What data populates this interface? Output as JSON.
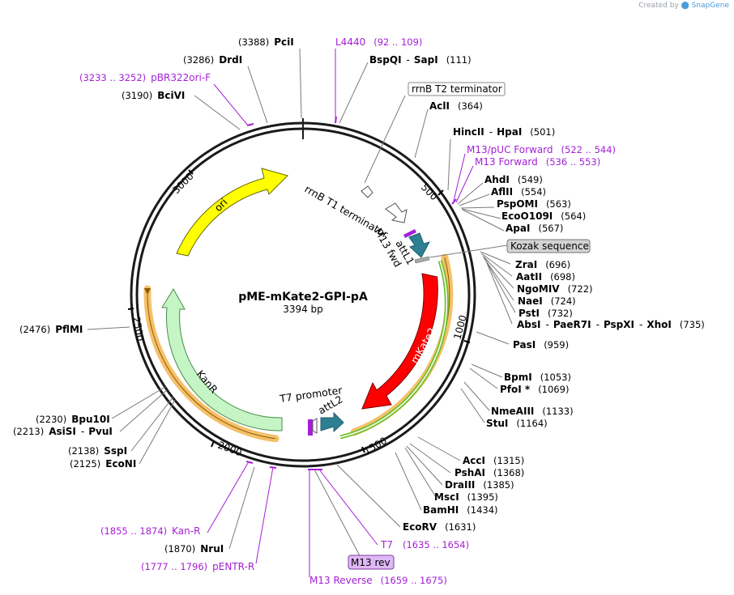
{
  "credit": {
    "prefix": "Created by",
    "brand": "SnapGene"
  },
  "plasmid": {
    "name": "pME-mKate2-GPI-pA",
    "size_label": "3394 bp"
  },
  "ticks": [
    "500",
    "1000",
    "1500",
    "2000",
    "2500",
    "3000"
  ],
  "features": {
    "ori": "ori",
    "kanr": "KanR",
    "mkate2": "mKate2",
    "attl1": "attL1",
    "attl2": "attL2",
    "m13fwd": "M13 fwd",
    "t7": "T7 promoter",
    "rrnb_t1": "rrnB T1 terminator"
  },
  "boxed": {
    "rrnb_t2": "rrnB T2 terminator",
    "kozak": "Kozak sequence",
    "m13rev": "M13 rev"
  },
  "labels": {
    "pcii": {
      "name": "PciI",
      "pos": "(3388)"
    },
    "drdi": {
      "name": "DrdI",
      "pos": "(3286)"
    },
    "pbr322": {
      "name": "pBR322ori-F",
      "pos": "(3233 .. 3252)"
    },
    "bcivi": {
      "name": "BciVI",
      "pos": "(3190)"
    },
    "l4440": {
      "name": "L4440",
      "pos": "(92 .. 109)"
    },
    "bspqi": {
      "name": "BspQI",
      "sep": "-",
      "name2": "SapI",
      "pos": "(111)"
    },
    "acli": {
      "name": "AclI",
      "pos": "(364)"
    },
    "hincii": {
      "name": "HincII",
      "sep": "-",
      "name2": "HpaI",
      "pos": "(501)"
    },
    "m13puc": {
      "name": "M13/pUC Forward",
      "pos": "(522 .. 544)"
    },
    "m13f": {
      "name": "M13 Forward",
      "pos": "(536 .. 553)"
    },
    "ahdi": {
      "name": "AhdI",
      "pos": "(549)"
    },
    "aflii": {
      "name": "AflII",
      "pos": "(554)"
    },
    "pspomi": {
      "name": "PspOMI",
      "pos": "(563)"
    },
    "eco0109i": {
      "name": "EcoO109I",
      "pos": "(564)"
    },
    "apai": {
      "name": "ApaI",
      "pos": "(567)"
    },
    "zrai": {
      "name": "ZraI",
      "pos": "(696)"
    },
    "aatii": {
      "name": "AatII",
      "pos": "(698)"
    },
    "ngomiv": {
      "name": "NgoMIV",
      "pos": "(722)"
    },
    "naei": {
      "name": "NaeI",
      "pos": "(724)"
    },
    "psti": {
      "name": "PstI",
      "pos": "(732)"
    },
    "absi": {
      "name": "AbsI",
      "sep": "-",
      "name2": "PaeR7I",
      "sep2": "-",
      "name3": "PspXI",
      "sep3": "-",
      "name4": "XhoI",
      "pos": "(735)"
    },
    "pasi": {
      "name": "PasI",
      "pos": "(959)"
    },
    "bpmi": {
      "name": "BpmI",
      "pos": "(1053)"
    },
    "pfoi": {
      "name": "PfoI *",
      "pos": "(1069)"
    },
    "nmeaiii": {
      "name": "NmeAIII",
      "pos": "(1133)"
    },
    "stui": {
      "name": "StuI",
      "pos": "(1164)"
    },
    "acci": {
      "name": "AccI",
      "pos": "(1315)"
    },
    "pshai": {
      "name": "PshAI",
      "pos": "(1368)"
    },
    "draiii": {
      "name": "DraIII",
      "pos": "(1385)"
    },
    "msci": {
      "name": "MscI",
      "pos": "(1395)"
    },
    "bamhi": {
      "name": "BamHI",
      "pos": "(1434)"
    },
    "ecorv": {
      "name": "EcoRV",
      "pos": "(1631)"
    },
    "t7": {
      "name": "T7",
      "pos": "(1635 .. 1654)"
    },
    "m13r": {
      "name": "M13 Reverse",
      "pos": "(1659 .. 1675)"
    },
    "pentr": {
      "name": "pENTR-R",
      "pos": "(1777 .. 1796)"
    },
    "nrui": {
      "name": "NruI",
      "pos": "(1870)"
    },
    "kanr": {
      "name": "Kan-R",
      "pos": "(1855 .. 1874)"
    },
    "pflmi": {
      "name": "PflMI",
      "pos": "(2476)"
    },
    "bpu10i": {
      "name": "Bpu10I",
      "pos": "(2230)"
    },
    "asisi": {
      "name": "AsiSI",
      "sep": "-",
      "name2": "PvuI",
      "pos": "(2213)"
    },
    "sspi": {
      "name": "SspI",
      "pos": "(2138)"
    },
    "econi": {
      "name": "EcoNI",
      "pos": "(2125)"
    }
  },
  "colors": {
    "backbone": "#1a1a1a",
    "ori": "#ffff00",
    "kanr": "#c5f5c5",
    "mkate2": "#ff0000",
    "primer": "#a31fd6",
    "att": "#2f7f93",
    "orange": "#f5c06a",
    "green": "#6fbf2a"
  }
}
